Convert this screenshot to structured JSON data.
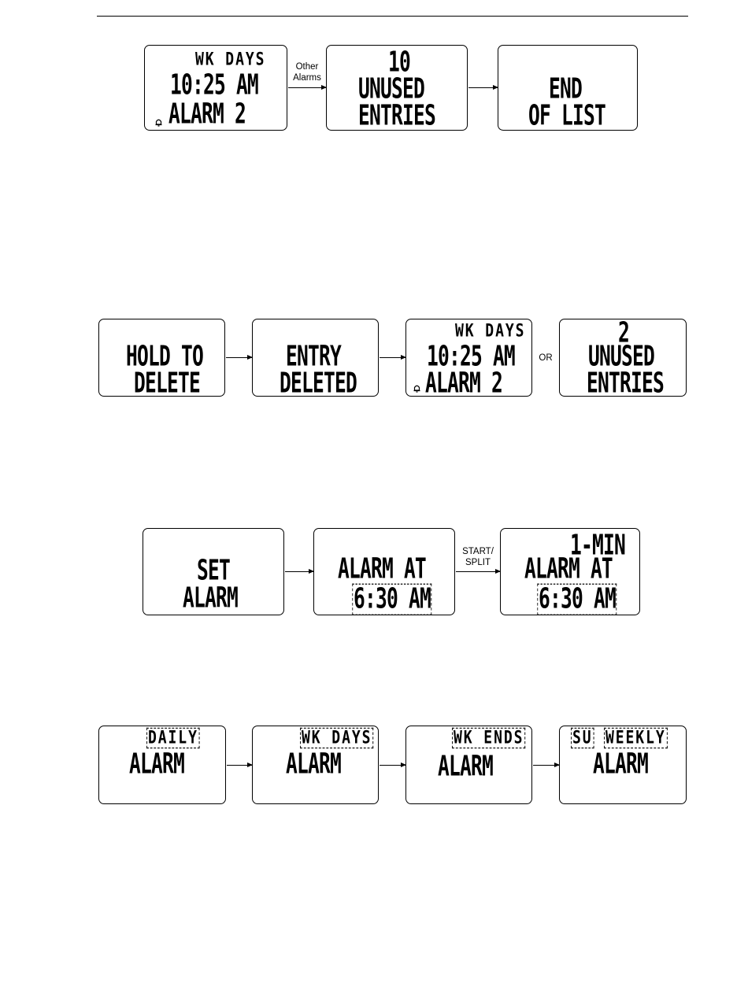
{
  "row1": {
    "lcd1": {
      "days": "WK DAYS",
      "time": "10:25 AM",
      "label": "ALARM 2"
    },
    "arrow1_label": [
      "Other",
      "Alarms"
    ],
    "lcd2": {
      "count": "10",
      "line1": "UNUSED",
      "line2": "ENTRIES"
    },
    "lcd3": {
      "line1": "END",
      "line2": "OF LIST"
    }
  },
  "row2": {
    "lcd1": {
      "line1": "HOLD TO",
      "line2": "DELETE"
    },
    "lcd2": {
      "line1": "ENTRY",
      "line2": "DELETED"
    },
    "lcd3": {
      "days": "WK DAYS",
      "time": "10:25 AM",
      "label": "ALARM 2"
    },
    "or_label": "OR",
    "lcd4": {
      "count": "2",
      "line1": "UNUSED",
      "line2": "ENTRIES"
    }
  },
  "row3": {
    "lcd1": {
      "line1": "SET",
      "line2": "ALARM"
    },
    "lcd2": {
      "line1": "ALARM AT",
      "time": "6:30 AM"
    },
    "arrow2_label": [
      "START/",
      "SPLIT"
    ],
    "lcd3": {
      "mode": "1-MIN",
      "line1": "ALARM AT",
      "time": "6:30 AM"
    }
  },
  "row4": {
    "lcd1": {
      "freq": "DAILY",
      "line": "ALARM"
    },
    "lcd2": {
      "freq": "WK DAYS",
      "line": "ALARM"
    },
    "lcd3": {
      "freq": "WK ENDS",
      "line": "ALARM"
    },
    "lcd4": {
      "day": "SU",
      "freq": "WEEKLY",
      "line": "ALARM"
    }
  }
}
